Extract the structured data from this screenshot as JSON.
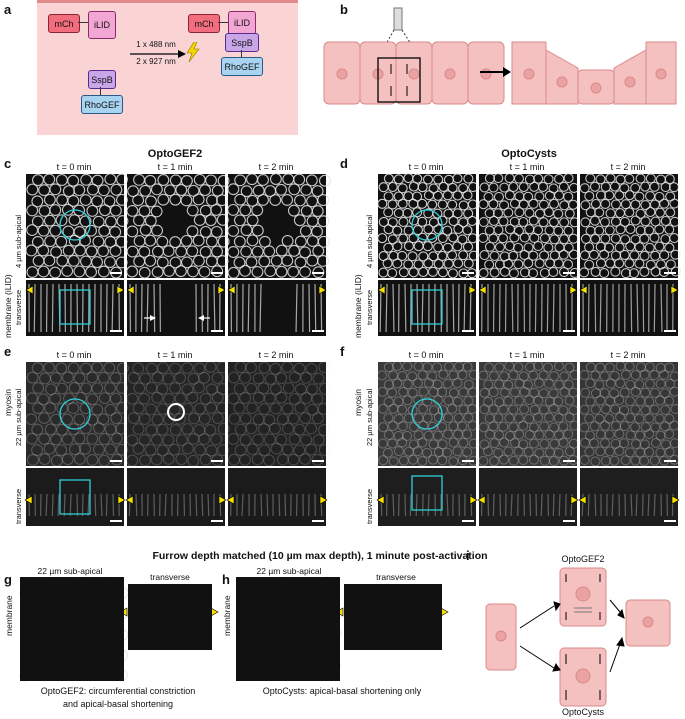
{
  "panels": {
    "a": "a",
    "b": "b",
    "c": "c",
    "d": "d",
    "e": "e",
    "f": "f",
    "g": "g",
    "h": "h",
    "i": "i"
  },
  "panel_a": {
    "mch": "mCh",
    "ilid": "iLID",
    "sspb": "SspB",
    "rhogef": "RhoGEF",
    "light1": "1 x 488 nm",
    "light2": "2 x 927 nm"
  },
  "titles": {
    "optogef2": "OptoGEF2",
    "optocysts": "OptoCysts"
  },
  "times": [
    "t = 0 min",
    "t = 1 min",
    "t = 2 min"
  ],
  "row_labels": {
    "membrane_iLID": "membrane (iLID)",
    "sub4": "4 µm sub-apical",
    "transverse": "transverse",
    "myosin": "myosin",
    "sub22": "22 µm sub-apical",
    "membrane": "membrane"
  },
  "bottom": {
    "heading": "Furrow depth matched (10 µm max depth), 1 minute post-activation",
    "g_left": "22 µm sub-apical",
    "g_right": "transverse",
    "h_left": "22 µm sub-apical",
    "h_right": "transverse",
    "g_caption1": "OptoGEF2: circumferential constriction",
    "g_caption2": "and apical-basal shortening",
    "h_caption": "OptoCysts: apical-basal shortening only"
  },
  "panel_i": {
    "top": "OptoGEF2",
    "bottom": "OptoCysts"
  },
  "colors": {
    "cell_fill": "#f5c0c0",
    "cell_stroke": "#d98a8a",
    "panel_a_bg": "#fad4d4",
    "cyan": "#2fd0d8",
    "yellow": "#f5e000"
  }
}
